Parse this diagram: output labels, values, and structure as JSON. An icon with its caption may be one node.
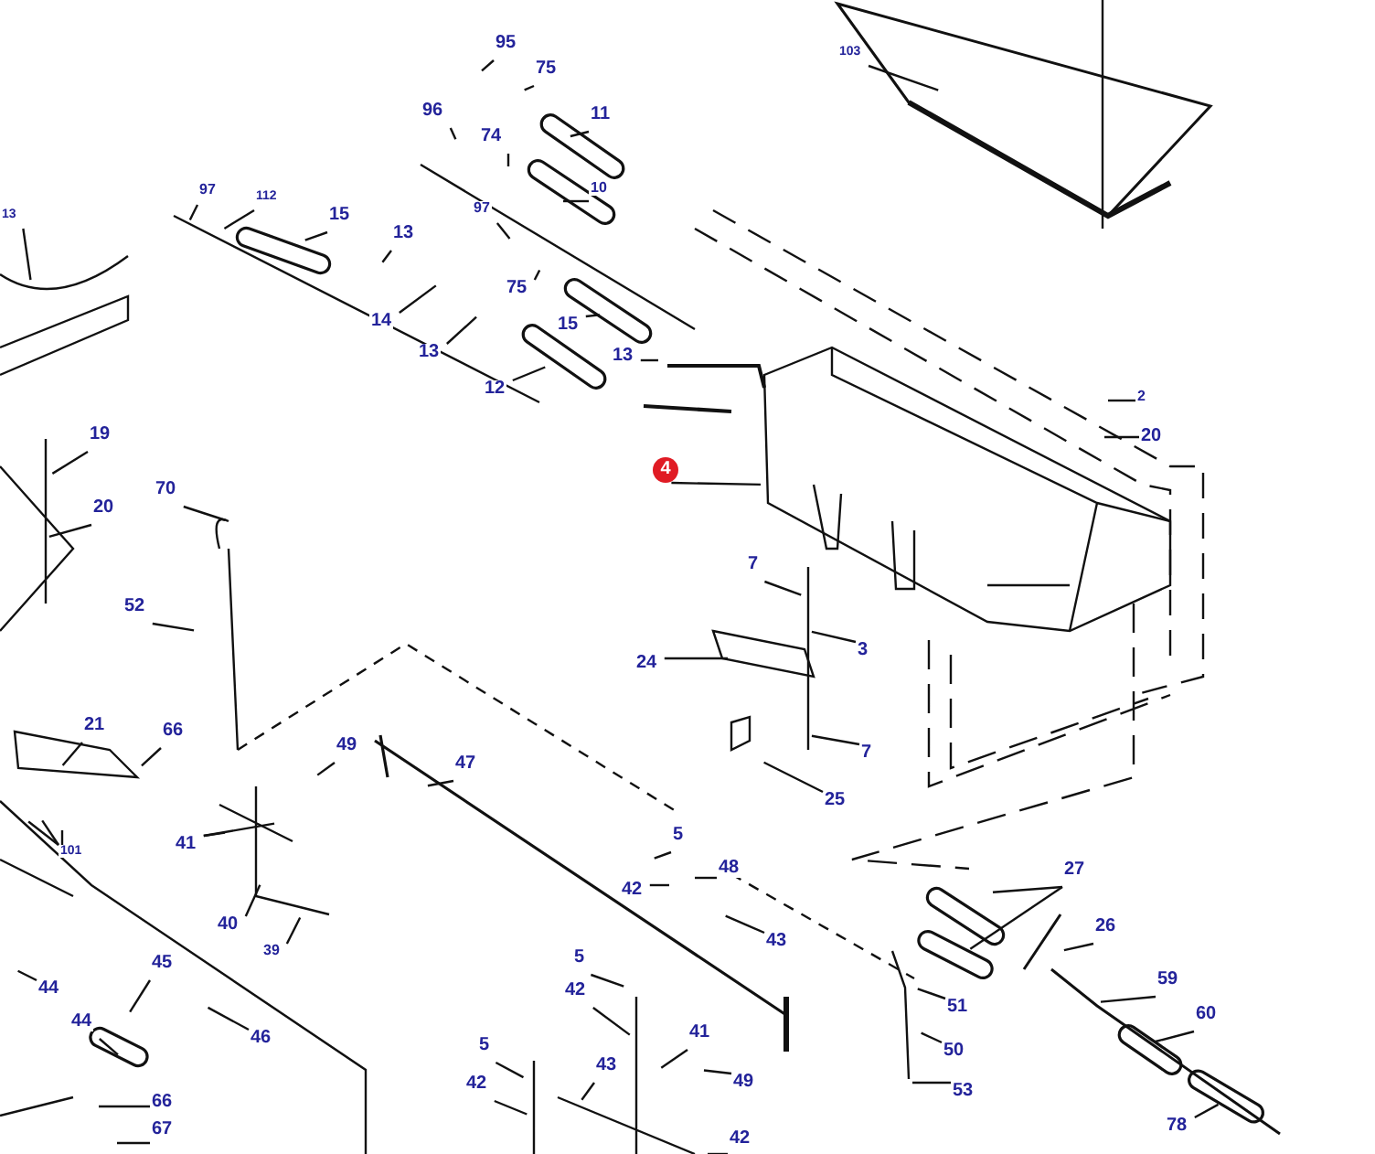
{
  "diagram": {
    "nodes": [
      {
        "text": [
          "95"
        ]
      },
      {
        "text": [
          "75"
        ]
      },
      {
        "text": [
          "11"
        ]
      },
      {
        "text": [
          "96"
        ]
      },
      {
        "text": [
          "74"
        ]
      },
      {
        "text": [
          "10"
        ]
      },
      {
        "text": [
          "97"
        ]
      },
      {
        "text": [
          "75"
        ]
      },
      {
        "text": [
          "15"
        ]
      },
      {
        "text": [
          "13"
        ]
      },
      {
        "text": [
          "12"
        ]
      },
      {
        "text": [
          "13"
        ]
      },
      {
        "text": [
          "14"
        ]
      },
      {
        "text": [
          "13"
        ]
      },
      {
        "text": [
          "15"
        ]
      },
      {
        "text": [
          "97"
        ]
      },
      {
        "text": [
          "112"
        ]
      },
      {
        "text": [
          "13"
        ]
      },
      {
        "text": [
          "103"
        ]
      },
      {
        "text": [
          "2"
        ]
      },
      {
        "text": [
          "20"
        ]
      },
      {
        "text": [
          "4"
        ]
      },
      {
        "text": [
          "7"
        ]
      },
      {
        "text": [
          "3"
        ]
      },
      {
        "text": [
          "24"
        ]
      },
      {
        "text": [
          "7"
        ]
      },
      {
        "text": [
          "25"
        ]
      },
      {
        "text": [
          "19"
        ]
      },
      {
        "text": [
          "20"
        ]
      },
      {
        "text": [
          "70"
        ]
      },
      {
        "text": [
          "52"
        ]
      },
      {
        "text": [
          "21"
        ]
      },
      {
        "text": [
          "66"
        ]
      },
      {
        "text": [
          "49"
        ]
      },
      {
        "text": [
          "47"
        ]
      },
      {
        "text": [
          "101"
        ]
      },
      {
        "text": [
          "41"
        ]
      },
      {
        "text": [
          "40"
        ]
      },
      {
        "text": [
          "39"
        ]
      },
      {
        "text": [
          "44"
        ]
      },
      {
        "text": [
          "44"
        ]
      },
      {
        "text": [
          "45"
        ]
      },
      {
        "text": [
          "46"
        ]
      },
      {
        "text": [
          "66"
        ]
      },
      {
        "text": [
          "67"
        ]
      },
      {
        "text": [
          "5"
        ]
      },
      {
        "text": [
          "42"
        ]
      },
      {
        "text": [
          "48"
        ]
      },
      {
        "text": [
          "43"
        ]
      },
      {
        "text": [
          "5"
        ]
      },
      {
        "text": [
          "42"
        ]
      },
      {
        "text": [
          "43"
        ]
      },
      {
        "text": [
          "5"
        ]
      },
      {
        "text": [
          "42"
        ]
      },
      {
        "text": [
          "41"
        ]
      },
      {
        "text": [
          "49"
        ]
      },
      {
        "text": [
          "42"
        ]
      },
      {
        "text": [
          "27"
        ]
      },
      {
        "text": [
          "26"
        ]
      },
      {
        "text": [
          "51"
        ]
      },
      {
        "text": [
          "50"
        ]
      },
      {
        "text": [
          "53"
        ]
      },
      {
        "text": [
          "59"
        ]
      },
      {
        "text": [
          "60"
        ]
      },
      {
        "text": [
          "78"
        ]
      }
    ],
    "edges": [
      {
        "from": 0,
        "to": null,
        "arrow": "none"
      },
      {
        "from": 1,
        "to": null,
        "arrow": "none"
      },
      {
        "from": 2,
        "to": null,
        "arrow": "none"
      },
      {
        "from": 3,
        "to": null,
        "arrow": "none"
      },
      {
        "from": 4,
        "to": null,
        "arrow": "none"
      },
      {
        "from": 5,
        "to": null,
        "arrow": "none"
      },
      {
        "from": 6,
        "to": null,
        "arrow": "none"
      },
      {
        "from": 7,
        "to": null,
        "arrow": "none"
      },
      {
        "from": 8,
        "to": null,
        "arrow": "none"
      },
      {
        "from": 9,
        "to": null,
        "arrow": "none"
      },
      {
        "from": 10,
        "to": null,
        "arrow": "none"
      },
      {
        "from": 11,
        "to": null,
        "arrow": "none"
      },
      {
        "from": 12,
        "to": null,
        "arrow": "none"
      },
      {
        "from": 13,
        "to": null,
        "arrow": "none"
      },
      {
        "from": 14,
        "to": null,
        "arrow": "none"
      },
      {
        "from": 15,
        "to": null,
        "arrow": "none"
      },
      {
        "from": 16,
        "to": null,
        "arrow": "none"
      },
      {
        "from": 17,
        "to": null,
        "arrow": "none"
      },
      {
        "from": 18,
        "to": null,
        "arrow": "none"
      },
      {
        "from": 19,
        "to": null,
        "arrow": "none"
      },
      {
        "from": 20,
        "to": null,
        "arrow": "none"
      },
      {
        "from": 21,
        "to": null,
        "arrow": "none"
      },
      {
        "from": 22,
        "to": null,
        "arrow": "none"
      },
      {
        "from": 23,
        "to": null,
        "arrow": "none"
      },
      {
        "from": 24,
        "to": null,
        "arrow": "none"
      },
      {
        "from": 25,
        "to": null,
        "arrow": "none"
      },
      {
        "from": 26,
        "to": null,
        "arrow": "none"
      },
      {
        "from": 27,
        "to": null,
        "arrow": "none"
      },
      {
        "from": 28,
        "to": null,
        "arrow": "none"
      },
      {
        "from": 29,
        "to": null,
        "arrow": "none"
      },
      {
        "from": 30,
        "to": null,
        "arrow": "none"
      },
      {
        "from": 31,
        "to": null,
        "arrow": "none"
      },
      {
        "from": 32,
        "to": null,
        "arrow": "none"
      },
      {
        "from": 33,
        "to": null,
        "arrow": "none"
      },
      {
        "from": 34,
        "to": null,
        "arrow": "none"
      },
      {
        "from": 35,
        "to": null,
        "arrow": "none"
      },
      {
        "from": 36,
        "to": null,
        "arrow": "none"
      },
      {
        "from": 37,
        "to": null,
        "arrow": "none"
      },
      {
        "from": 38,
        "to": null,
        "arrow": "none"
      },
      {
        "from": 39,
        "to": null,
        "arrow": "none"
      },
      {
        "from": 40,
        "to": null,
        "arrow": "none"
      },
      {
        "from": 41,
        "to": null,
        "arrow": "none"
      },
      {
        "from": 42,
        "to": null,
        "arrow": "none"
      },
      {
        "from": 43,
        "to": null,
        "arrow": "none"
      },
      {
        "from": 44,
        "to": null,
        "arrow": "none"
      },
      {
        "from": 45,
        "to": null,
        "arrow": "none"
      },
      {
        "from": 46,
        "to": null,
        "arrow": "none"
      },
      {
        "from": 47,
        "to": null,
        "arrow": "none"
      },
      {
        "from": 48,
        "to": null,
        "arrow": "none"
      },
      {
        "from": 49,
        "to": null,
        "arrow": "none"
      },
      {
        "from": 50,
        "to": null,
        "arrow": "none"
      },
      {
        "from": 51,
        "to": null,
        "arrow": "none"
      },
      {
        "from": 52,
        "to": null,
        "arrow": "none"
      },
      {
        "from": 53,
        "to": null,
        "arrow": "none"
      },
      {
        "from": 54,
        "to": null,
        "arrow": "none"
      },
      {
        "from": 55,
        "to": null,
        "arrow": "none"
      },
      {
        "from": 56,
        "to": null,
        "arrow": "none"
      },
      {
        "from": 57,
        "to": null,
        "arrow": "none"
      },
      {
        "from": 58,
        "to": null,
        "arrow": "none"
      },
      {
        "from": 59,
        "to": null,
        "arrow": "none"
      },
      {
        "from": 60,
        "to": null,
        "arrow": "none"
      },
      {
        "from": 61,
        "to": null,
        "arrow": "none"
      },
      {
        "from": 62,
        "to": null,
        "arrow": "none"
      },
      {
        "from": 63,
        "to": null,
        "arrow": "none"
      },
      {
        "from": 64,
        "to": null,
        "arrow": "none"
      },
      {
        "from": 57,
        "to": null,
        "arrow": "none"
      },
      {
        "from": 35,
        "to": null,
        "arrow": "none"
      },
      {
        "from": 35,
        "to": null,
        "arrow": "none"
      },
      {
        "from": 36,
        "to": null,
        "arrow": "none"
      }
    ]
  }
}
